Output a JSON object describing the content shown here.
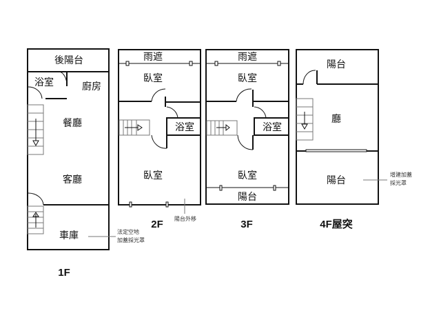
{
  "floors": {
    "f1": {
      "label": "1F",
      "rooms": {
        "back_balcony": "後陽台",
        "bath": "浴室",
        "kitchen": "廚房",
        "dining": "餐廳",
        "living": "客廳",
        "garage": "車庫"
      },
      "note": [
        "法定空地",
        "加蓋採光罩"
      ]
    },
    "f2": {
      "label": "2F",
      "rooms": {
        "canopy": "雨遮",
        "bedroom_front": "臥室",
        "bath": "浴室",
        "bedroom_back": "臥室"
      },
      "note": "陽台外移"
    },
    "f3": {
      "label": "3F",
      "rooms": {
        "canopy": "雨遮",
        "bedroom_front": "臥室",
        "bath": "浴室",
        "bedroom_back": "臥室",
        "balcony": "陽台"
      }
    },
    "f4": {
      "label": "4F屋突",
      "rooms": {
        "balcony_top": "陽台",
        "hall": "廳",
        "balcony_bottom": "陽台"
      },
      "note": [
        "增建加蓋",
        "採光罩"
      ]
    }
  }
}
